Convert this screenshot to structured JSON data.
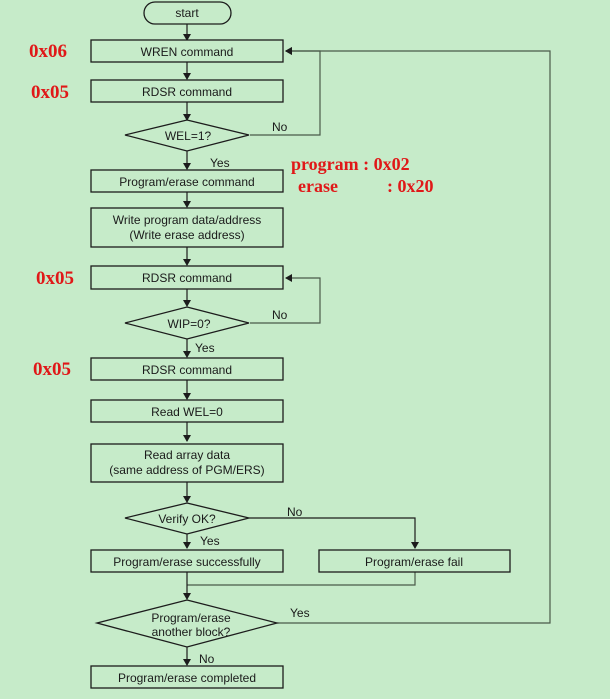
{
  "diagram": {
    "type": "flowchart",
    "colors": {
      "background": "#c6ebc9",
      "annotation": "#e01818",
      "stroke": "#1c1c1c"
    },
    "nodes": {
      "start": "start",
      "wren": "WREN command",
      "rdsr1": "RDSR command",
      "wel_check": "WEL=1?",
      "pe_command": "Program/erase command",
      "write_data_line1": "Write program data/address",
      "write_data_line2": "(Write erase address)",
      "rdsr2": "RDSR command",
      "wip_check": "WIP=0?",
      "rdsr3": "RDSR command",
      "read_wel": "Read WEL=0",
      "read_array_line1": "Read array data",
      "read_array_line2": "(same address of PGM/ERS)",
      "verify": "Verify OK?",
      "success": "Program/erase successfully",
      "fail": "Program/erase fail",
      "another_line1": "Program/erase",
      "another_line2": "another block?",
      "completed": "Program/erase completed"
    },
    "edge_labels": {
      "wel_no": "No",
      "wel_yes": "Yes",
      "wip_no": "No",
      "wip_yes": "Yes",
      "verify_no": "No",
      "verify_yes": "Yes",
      "another_yes": "Yes",
      "another_no": "No"
    },
    "annotations": {
      "wren_code": "0x06",
      "rdsr1_code": "0x05",
      "rdsr2_code": "0x05",
      "rdsr3_code": "0x05",
      "program_label": "program : 0x02",
      "erase_label": "erase",
      "erase_code": ": 0x20"
    }
  }
}
